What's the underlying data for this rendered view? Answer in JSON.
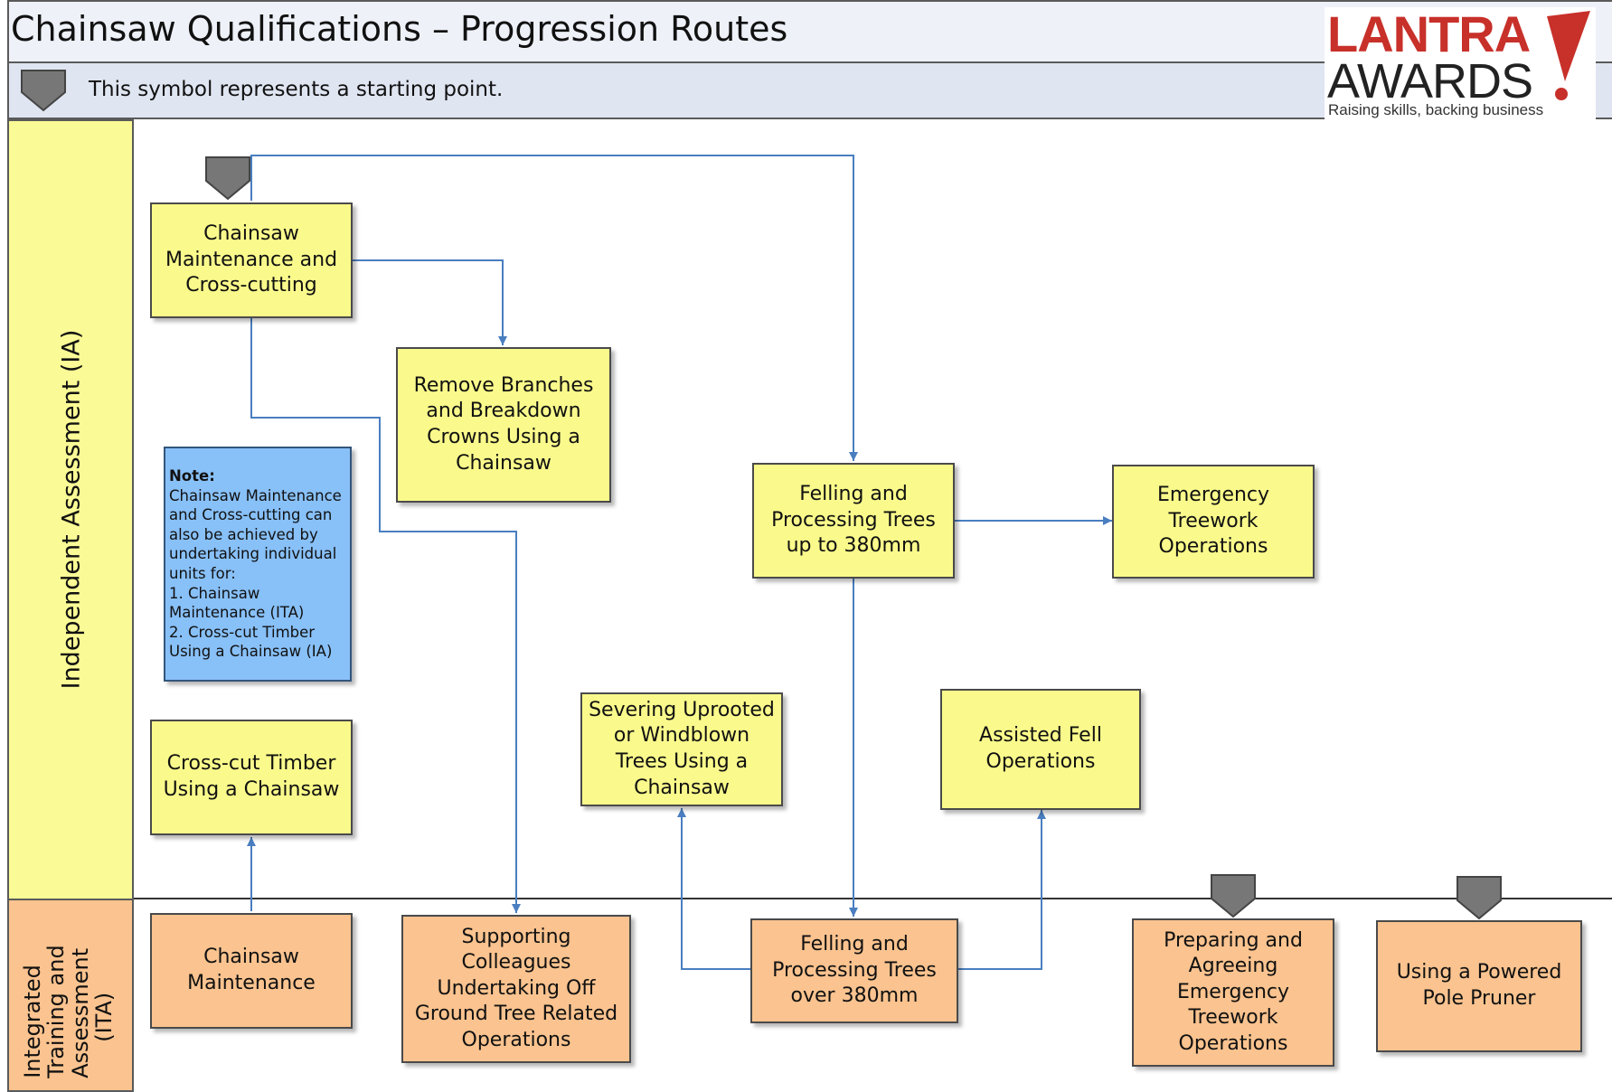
{
  "header": {
    "title": "Chainsaw Qualifications – Progression Routes",
    "legend_text": "This symbol represents a starting point.",
    "legend_icon": "start-point-marker"
  },
  "logo": {
    "line1": "LANTRA",
    "line2": "AWARDS",
    "tagline": "Raising skills, backing business",
    "color_red": "#c8302a",
    "color_dark": "#222222"
  },
  "lanes": {
    "ia": {
      "label": "Independent Assessment (IA)",
      "color": "#fafa96"
    },
    "ita": {
      "label": "Integrated Training and Assessment (ITA)",
      "line1": "Integrated",
      "line2": "Training and",
      "line3": "Assessment",
      "line4": "(ITA)",
      "color": "#fac38f"
    }
  },
  "boxes": {
    "chainsaw_maintenance_cross_cutting": "Chainsaw Maintenance and Cross-cutting",
    "remove_branches": "Remove Branches and Breakdown Crowns Using a Chainsaw",
    "felling_up_to_380": "Felling and Processing Trees up to 380mm",
    "emergency_treework": "Emergency Treework Operations",
    "severing_uprooted": "Severing Uprooted or Windblown Trees Using a Chainsaw",
    "assisted_fell": "Assisted Fell Operations",
    "cross_cut_timber": "Cross-cut Timber Using a Chainsaw",
    "chainsaw_maintenance": "Chainsaw Maintenance",
    "supporting_colleagues": "Supporting Colleagues Undertaking Off Ground Tree Related Operations",
    "felling_over_380": "Felling and Processing Trees over 380mm",
    "preparing_emergency": "Preparing and Agreeing Emergency Treework Operations",
    "powered_pole_pruner": "Using a Powered Pole Pruner"
  },
  "note": {
    "title": "Note:",
    "body": "Chainsaw Maintenance\nand Cross-cutting can\nalso be achieved by\nundertaking individual\nunits for:\n1. Chainsaw\nMaintenance (ITA)\n2. Cross-cut Timber\nUsing a Chainsaw (IA)"
  },
  "colors": {
    "yellow_box": "#fafa8c",
    "orange_box": "#fac38f",
    "note_blue": "#88c0f8",
    "arrow_blue": "#4a7ec0",
    "marker_gray": "#777777"
  }
}
